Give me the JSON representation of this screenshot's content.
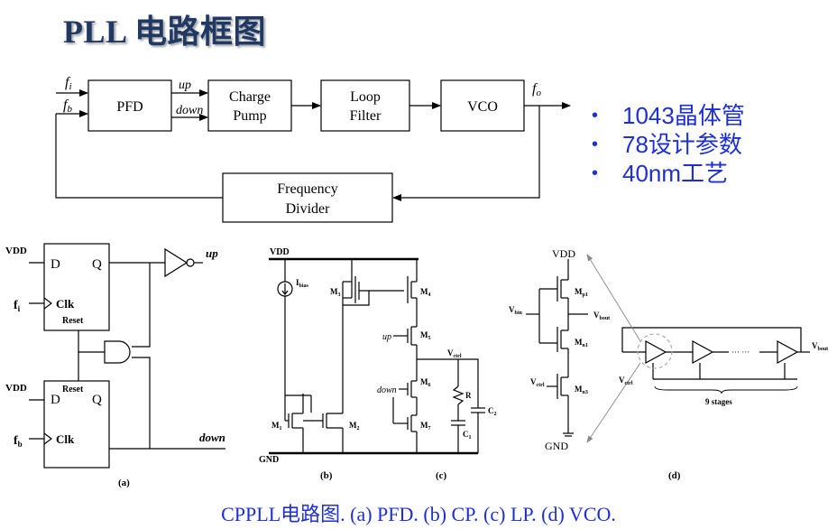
{
  "title": "PLL 电路框图",
  "block_diagram": {
    "fi": "f",
    "fi_sub": "i",
    "fb": "f",
    "fb_sub": "b",
    "fo": "f",
    "fo_sub": "o",
    "up": "up",
    "down": "down",
    "pfd": "PFD",
    "cp_line1": "Charge",
    "cp_line2": "Pump",
    "lf_line1": "Loop",
    "lf_line2": "Filter",
    "vco": "VCO",
    "fd_line1": "Frequency",
    "fd_line2": "Divider"
  },
  "bullets": [
    "1043晶体管",
    "78设计参数",
    "40nm工艺"
  ],
  "pfd": {
    "vdd1": "VDD",
    "d1": "D",
    "q1": "Q",
    "fi": "f",
    "fi_sub": "i",
    "clk1": "Clk",
    "reset1": "Reset",
    "vdd2": "VDD",
    "d2": "D",
    "q2": "Q",
    "reset2": "Reset",
    "fb": "f",
    "fb_sub": "b",
    "clk2": "Clk",
    "up": "up",
    "down": "down",
    "label": "(a)"
  },
  "cp": {
    "vdd": "VDD",
    "ibias": "I",
    "ibias_sub": "bias",
    "m3": "M",
    "m3_sub": "3",
    "m4": "M",
    "m4_sub": "4",
    "m5": "M",
    "m5_sub": "5",
    "m6": "M",
    "m6_sub": "6",
    "m7": "M",
    "m7_sub": "7",
    "m1": "M",
    "m1_sub": "1",
    "m2": "M",
    "m2_sub": "2",
    "up": "up",
    "down": "down",
    "vctrl": "V",
    "vctrl_sub": "ctrl",
    "r": "R",
    "c1": "C",
    "c1_sub": "1",
    "c2": "C",
    "c2_sub": "2",
    "gnd": "GND",
    "label_b": "(b)",
    "label_c": "(c)"
  },
  "vco": {
    "vdd": "VDD",
    "vbin": "V",
    "vbin_sub": "bin",
    "vbout": "V",
    "vbout_sub": "bout",
    "vctrl": "V",
    "vctrl_sub": "ctrl",
    "mp1": "M",
    "mp1_sub": "p1",
    "mp2": "M",
    "mp2_sub": "n1",
    "mn3": "M",
    "mn3_sub": "n3",
    "vout": "V",
    "vout_sub": "bout",
    "vctrl2": "V",
    "vctrl2_sub": "ctrl",
    "dots": "··· ···",
    "stages": "9 stages",
    "gnd": "GND",
    "label": "(d)"
  },
  "caption": "CPPLL电路图. (a) PFD. (b) CP. (c) LP. (d) VCO."
}
